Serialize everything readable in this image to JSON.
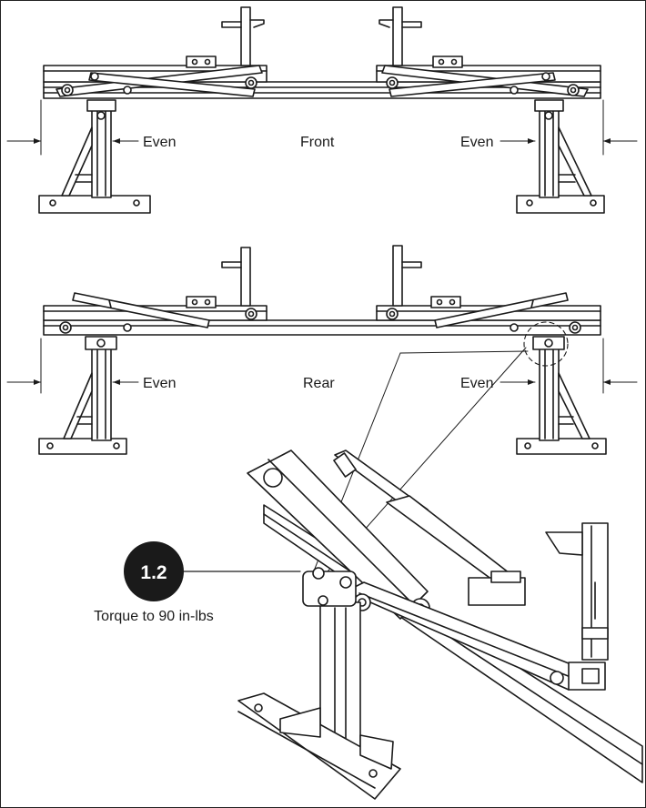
{
  "labels": {
    "front_left": "Even",
    "front_center": "Front",
    "front_right": "Even",
    "rear_left": "Even",
    "rear_center": "Rear",
    "rear_right": "Even"
  },
  "callout": {
    "step": "1.2",
    "text": "Torque to 90 in-lbs"
  },
  "colors": {
    "line": "#1a1a1a",
    "fill": "#ffffff",
    "badge": "#1a1a1a"
  }
}
